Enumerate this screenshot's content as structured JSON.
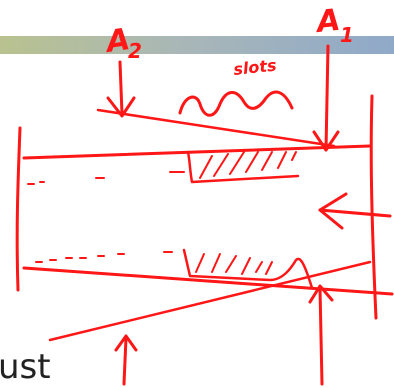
{
  "colors": {
    "ink": "#ff1616",
    "text": "#222222",
    "header_gradient": [
      "#b9c28f",
      "#a9b7b7",
      "#8fa9c9"
    ]
  },
  "labels": {
    "a2": "A",
    "a2_sub": "2",
    "a1": "A",
    "a1_sub": "1",
    "slots": "slots"
  },
  "slide_text": "ust"
}
